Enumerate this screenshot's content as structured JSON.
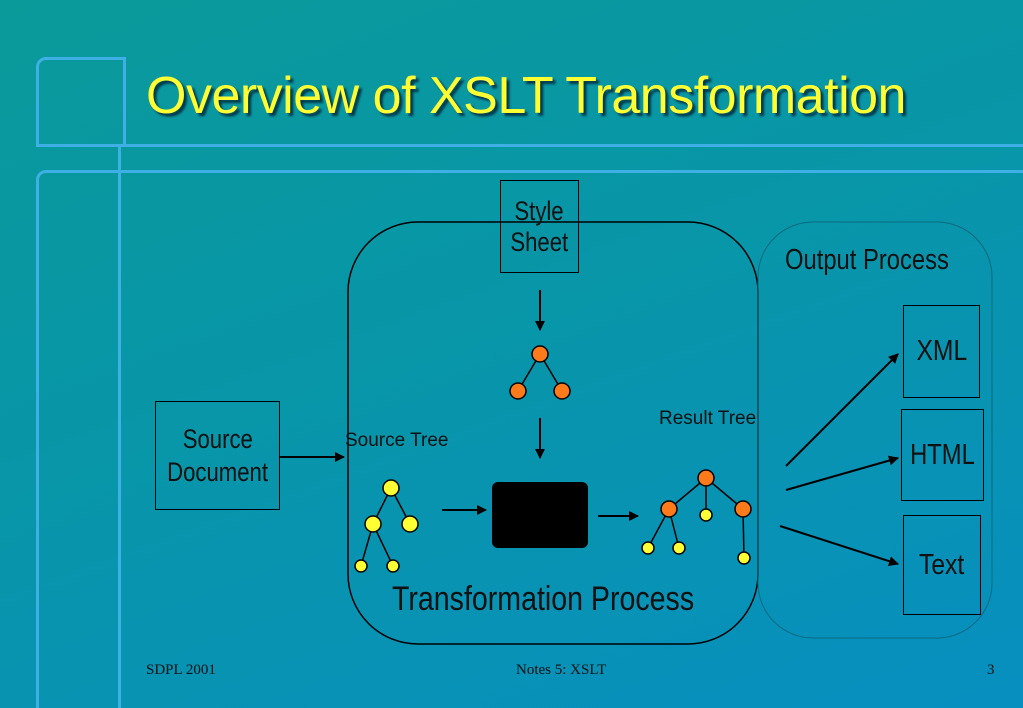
{
  "slide": {
    "title": "Overview of XSLT Transformation",
    "footer_left": "SDPL 2001",
    "footer_center": "Notes 5: XSLT",
    "footer_right": "3"
  },
  "diagram": {
    "style_sheet_line1": "Style",
    "style_sheet_line2": "Sheet",
    "source_document_line1": "Source",
    "source_document_line2": "Document",
    "source_tree_label": "Source Tree",
    "result_tree_label": "Result Tree",
    "transformation_label": "Transformation Process",
    "output_process_label": "Output Process",
    "outputs": [
      "XML",
      "HTML",
      "Text"
    ]
  },
  "colors": {
    "title": "#ffff33",
    "frame": "#3fb0e6",
    "node_orange": "#ff7a1a",
    "node_yellow": "#ffff33"
  }
}
